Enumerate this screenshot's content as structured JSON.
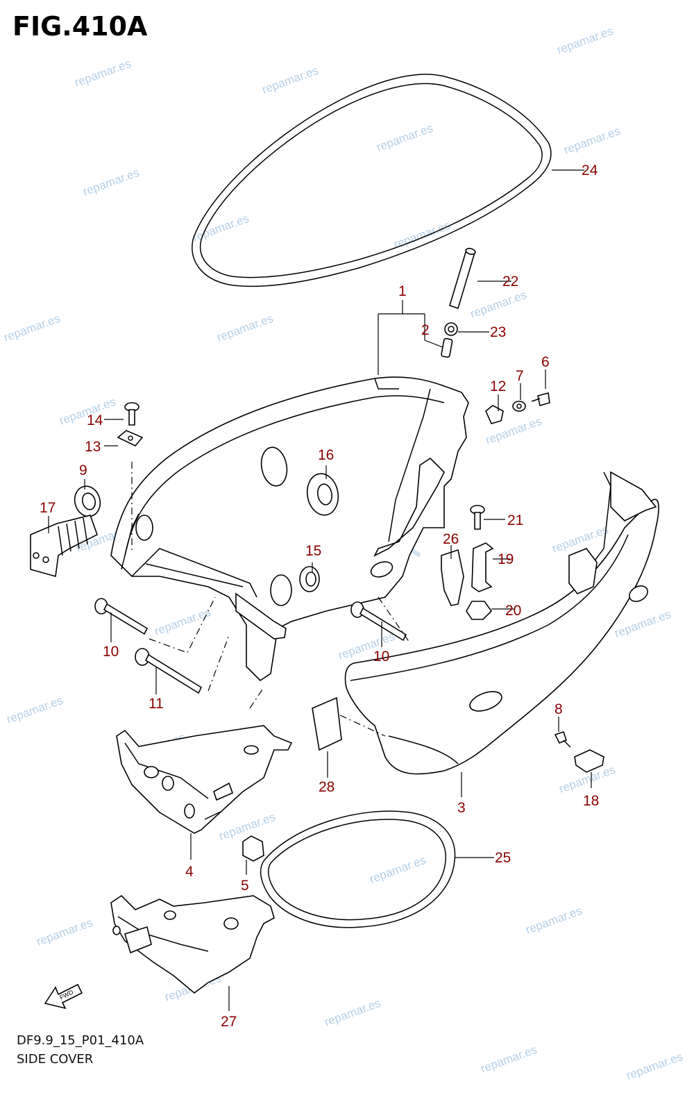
{
  "figure": {
    "title": "FIG.410A",
    "code": "DF9.9_15_P01_410A",
    "name": "SIDE COVER",
    "fwd_label": "FWD",
    "watermark": "repamar.es",
    "colors": {
      "callout": "#8b0000",
      "line": "#000000",
      "watermark": "#b5cfe6"
    }
  },
  "callouts": [
    {
      "id": "c1",
      "label": "1"
    },
    {
      "id": "c2",
      "label": "2"
    },
    {
      "id": "c3",
      "label": "3"
    },
    {
      "id": "c4",
      "label": "4"
    },
    {
      "id": "c5",
      "label": "5"
    },
    {
      "id": "c6",
      "label": "6"
    },
    {
      "id": "c7",
      "label": "7"
    },
    {
      "id": "c8",
      "label": "8"
    },
    {
      "id": "c9",
      "label": "9"
    },
    {
      "id": "c10a",
      "label": "10"
    },
    {
      "id": "c10b",
      "label": "10"
    },
    {
      "id": "c11",
      "label": "11"
    },
    {
      "id": "c12",
      "label": "12"
    },
    {
      "id": "c13",
      "label": "13"
    },
    {
      "id": "c14",
      "label": "14"
    },
    {
      "id": "c15",
      "label": "15"
    },
    {
      "id": "c16",
      "label": "16"
    },
    {
      "id": "c17",
      "label": "17"
    },
    {
      "id": "c18",
      "label": "18"
    },
    {
      "id": "c19",
      "label": "19"
    },
    {
      "id": "c20",
      "label": "20"
    },
    {
      "id": "c21",
      "label": "21"
    },
    {
      "id": "c22",
      "label": "22"
    },
    {
      "id": "c23",
      "label": "23"
    },
    {
      "id": "c24",
      "label": "24"
    },
    {
      "id": "c25",
      "label": "25"
    },
    {
      "id": "c26",
      "label": "26"
    },
    {
      "id": "c27",
      "label": "27"
    },
    {
      "id": "c28",
      "label": "28"
    }
  ]
}
